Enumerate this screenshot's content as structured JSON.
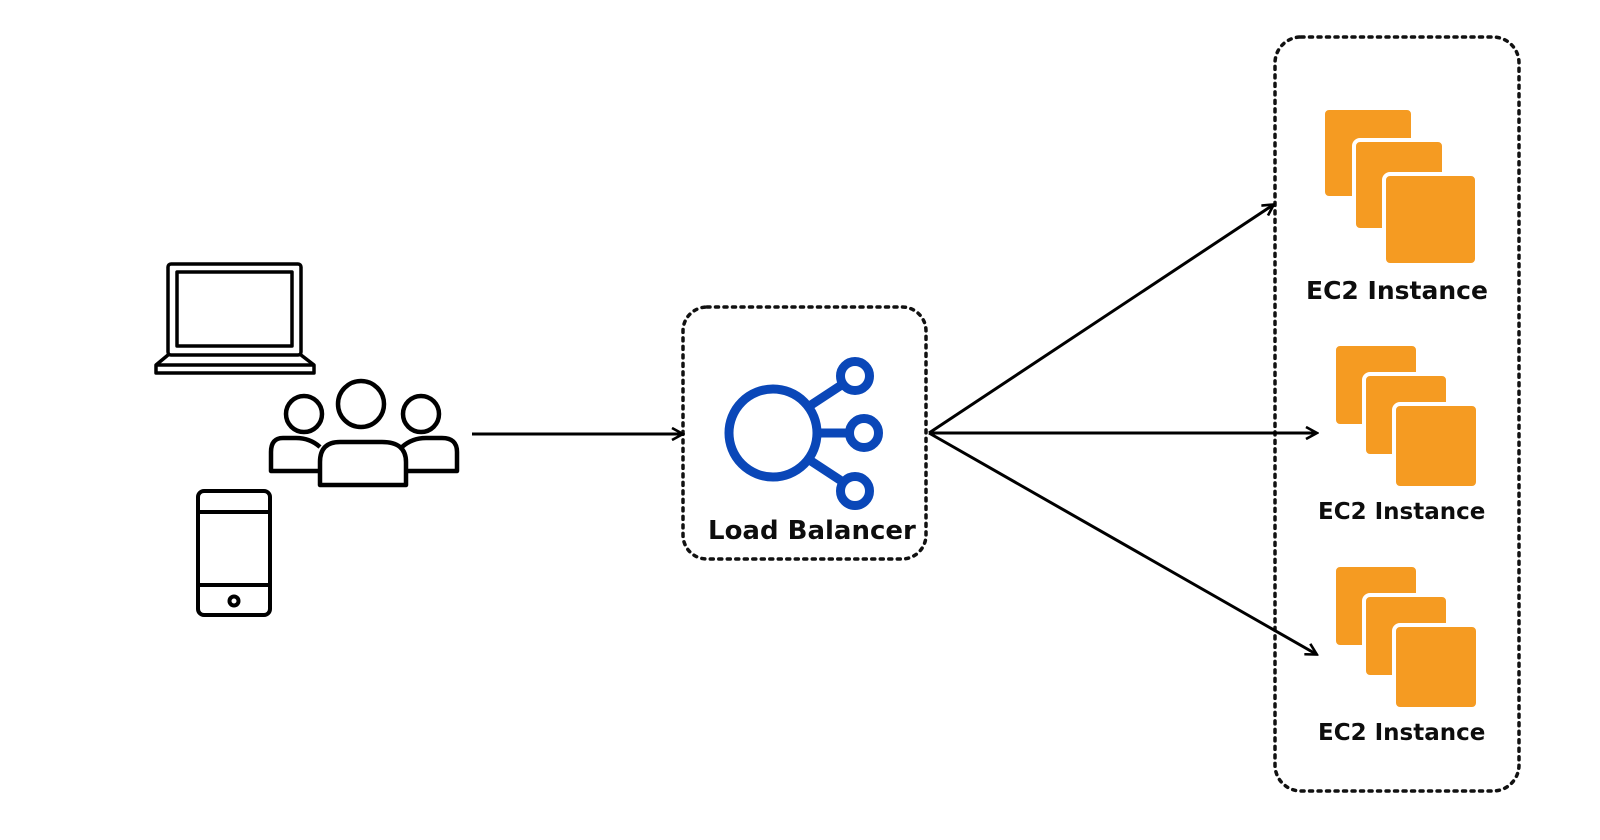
{
  "diagram": {
    "load_balancer": {
      "label": "Load Balancer",
      "icon": "load-balancer-icon",
      "color": "#0a47b8"
    },
    "clients": {
      "icons": [
        "laptop-icon",
        "users-icon",
        "mobile-phone-icon"
      ],
      "color": "#000000"
    },
    "ec2_instances": [
      {
        "label": "EC2 Instance",
        "icon": "ec2-instance-icon"
      },
      {
        "label": "EC2 Instance",
        "icon": "ec2-instance-icon"
      },
      {
        "label": "EC2 Instance",
        "icon": "ec2-instance-icon"
      }
    ],
    "ec2_color": "#f59b22",
    "connections": [
      {
        "from": "clients",
        "to": "load_balancer"
      },
      {
        "from": "load_balancer",
        "to": "ec2_instances.0"
      },
      {
        "from": "load_balancer",
        "to": "ec2_instances.1"
      },
      {
        "from": "load_balancer",
        "to": "ec2_instances.2"
      }
    ]
  }
}
